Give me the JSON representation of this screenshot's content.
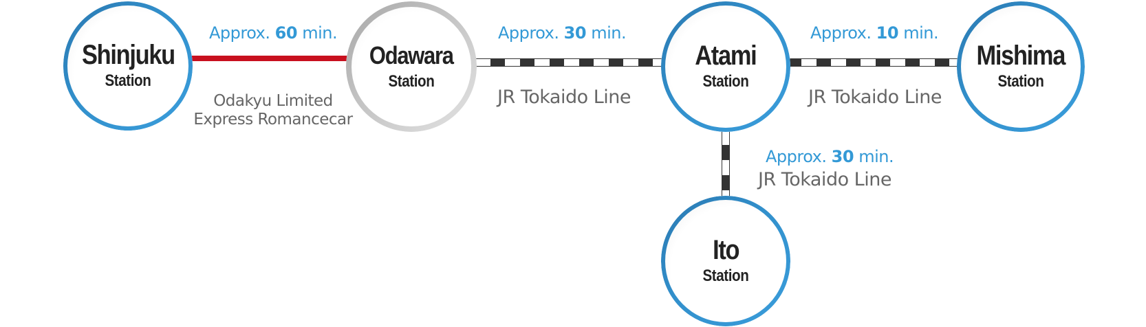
{
  "colors": {
    "station_ring": "#3399d6",
    "station_ring_inactive": "#c4c4c4",
    "odakyu_line": "#c8101e",
    "jr_track_dark": "#333333",
    "jr_track_light": "#ffffff",
    "time_text": "#3399d6",
    "line_text": "#666666",
    "station_text": "#222222"
  },
  "stations": {
    "shinjuku": {
      "name": "Shinjuku",
      "sub": "Station",
      "style": "active"
    },
    "odawara": {
      "name": "Odawara",
      "sub": "Station",
      "style": "inactive"
    },
    "atami": {
      "name": "Atami",
      "sub": "Station",
      "style": "active"
    },
    "mishima": {
      "name": "Mishima",
      "sub": "Station",
      "style": "active"
    },
    "ito": {
      "name": "Ito",
      "sub": "Station",
      "style": "active"
    }
  },
  "routes": {
    "shinjuku_odawara": {
      "prefix": "Approx.",
      "minutes": "60",
      "unit": "min.",
      "line_name_1": "Odakyu Limited",
      "line_name_2": "Express Romancecar",
      "track_type": "solid-red"
    },
    "odawara_atami": {
      "prefix": "Approx.",
      "minutes": "30",
      "unit": "min.",
      "line_name": "JR Tokaido Line",
      "track_type": "jr-dashed"
    },
    "atami_mishima": {
      "prefix": "Approx.",
      "minutes": "10",
      "unit": "min.",
      "line_name": "JR Tokaido Line",
      "track_type": "jr-dashed"
    },
    "atami_ito": {
      "prefix": "Approx.",
      "minutes": "30",
      "unit": "min.",
      "line_name": "JR Tokaido Line",
      "track_type": "jr-dashed"
    }
  }
}
